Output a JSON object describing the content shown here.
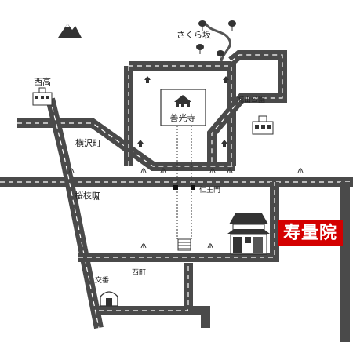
{
  "labels": {
    "sakurazaka": "さくら坂",
    "nishitaka": "西高",
    "shirayama_park": "城山公園",
    "zenkoji": "善光寺",
    "yokozawa": "横沢町",
    "sakuraeda": "桜枝町",
    "niomon": "仁王門",
    "nishimachi": "西町",
    "koban": "交番",
    "jyuryoin": "寿量院"
  },
  "colors": {
    "road": "#4a4a4a",
    "highlight": "#d40000"
  },
  "icons": [
    "mountain-icon",
    "tree-icon",
    "school-icon",
    "temple-icon",
    "police-box-icon",
    "house-icon"
  ]
}
